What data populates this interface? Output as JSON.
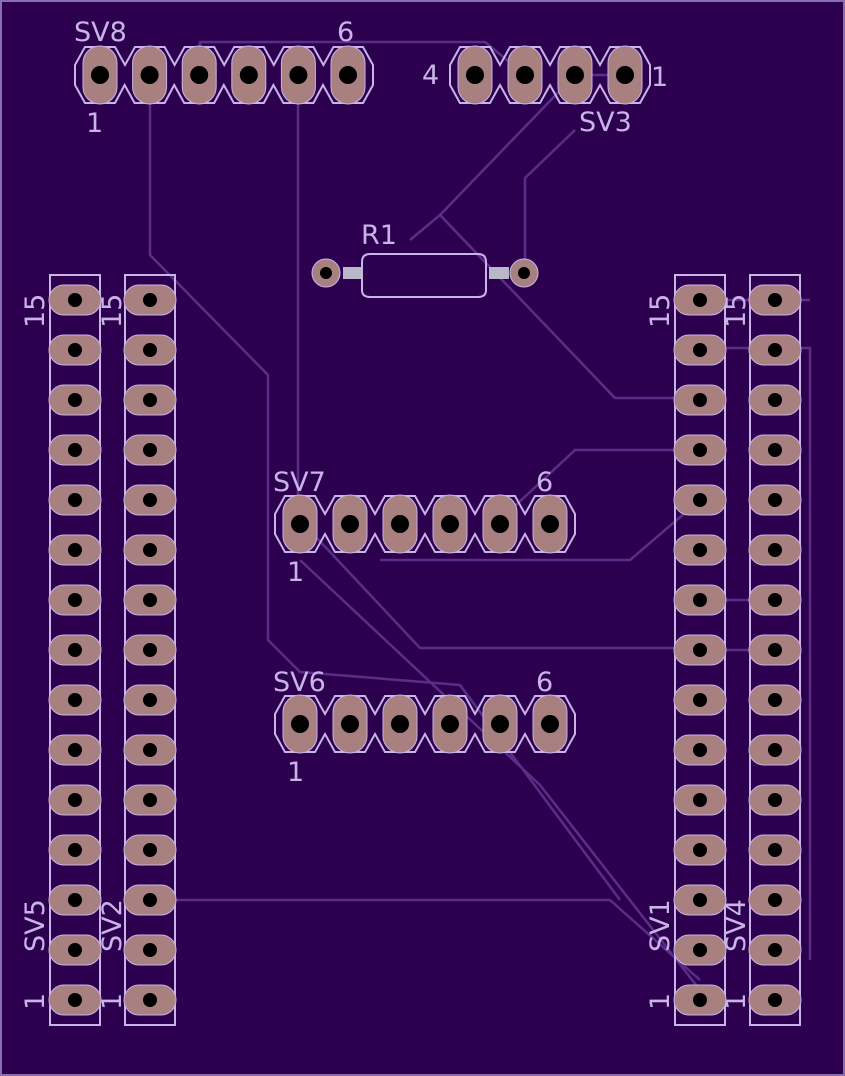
{
  "colors": {
    "board": "#2d004f",
    "board_edge": "#8a6fb0",
    "trace": "#5a2e86",
    "silk": "#c9b4e8",
    "pad": "#a88080",
    "drill": "#000000",
    "resistor_lead": "#b8b8c8"
  },
  "labels": {
    "sv8": "SV8",
    "sv8_pin_high": "6",
    "sv8_pin_low": "1",
    "sv3": "SV3",
    "sv3_pin_high": "4",
    "sv3_pin_low": "1",
    "r1": "R1",
    "sv7": "SV7",
    "sv7_pin_high": "6",
    "sv7_pin_low": "1",
    "sv6": "SV6",
    "sv6_pin_high": "6",
    "sv6_pin_low": "1",
    "sv5": "SV5",
    "sv5_pin_high": "15",
    "sv5_pin_low": "1",
    "sv2": "SV2",
    "sv2_pin_high": "15",
    "sv2_pin_low": "1",
    "sv1": "SV1",
    "sv1_pin_high": "15",
    "sv1_pin_low": "1",
    "sv4": "SV4",
    "sv4_pin_high": "15",
    "sv4_pin_low": "1"
  },
  "headers": [
    {
      "id": "sv8",
      "orientation": "horizontal",
      "pins": 6
    },
    {
      "id": "sv3",
      "orientation": "horizontal",
      "pins": 4
    },
    {
      "id": "sv7",
      "orientation": "horizontal",
      "pins": 6
    },
    {
      "id": "sv6",
      "orientation": "horizontal",
      "pins": 6
    },
    {
      "id": "sv5",
      "orientation": "vertical",
      "pins": 15
    },
    {
      "id": "sv2",
      "orientation": "vertical",
      "pins": 15
    },
    {
      "id": "sv1",
      "orientation": "vertical",
      "pins": 15
    },
    {
      "id": "sv4",
      "orientation": "vertical",
      "pins": 15
    }
  ]
}
